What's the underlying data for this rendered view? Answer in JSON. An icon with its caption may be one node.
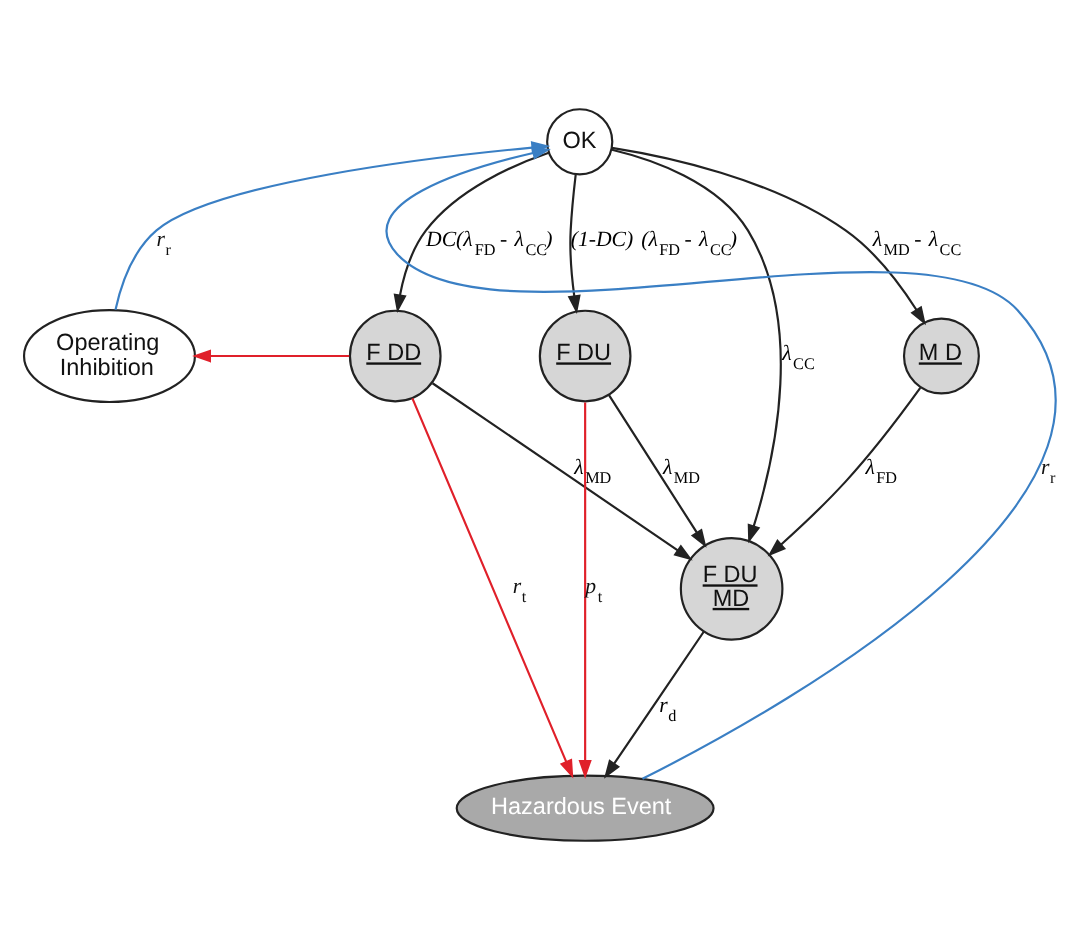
{
  "diagram": {
    "nodes": [
      {
        "text": [
          "OK"
        ]
      },
      {
        "text": [
          "Operating Inhibition"
        ]
      },
      {
        "text": [
          "F DD"
        ]
      },
      {
        "text": [
          "F DU"
        ]
      },
      {
        "text": [
          "M D"
        ]
      },
      {
        "text": [
          "F DU MD"
        ]
      },
      {
        "text": [
          "Hazardous Event"
        ]
      }
    ],
    "edges": [
      {
        "from": 1,
        "to": 0,
        "arrow": "to",
        "label": "r$_{r}$",
        "color": "#3a7fc4"
      },
      {
        "from": 6,
        "to": 0,
        "arrow": "to",
        "label": "r$_{r}$",
        "color": "#3a7fc4"
      },
      {
        "from": 0,
        "to": 2,
        "arrow": "to",
        "label": "DC(λ$_{FD}$ - λ$_{CC}$)"
      },
      {
        "from": 0,
        "to": 3,
        "arrow": "to",
        "label": "(1-DC) (λ$_{FD}$ - λ$_{CC}$)"
      },
      {
        "from": 0,
        "to": 5,
        "arrow": "to",
        "label": "λ$_{CC}$"
      },
      {
        "from": 0,
        "to": 4,
        "arrow": "to",
        "label": "λ$_{MD}$ - λ$_{CC}$"
      },
      {
        "from": 2,
        "to": 1,
        "arrow": "to",
        "color": "#e0202a"
      },
      {
        "from": 2,
        "to": 5,
        "arrow": "to",
        "label": "λ$_{MD}$"
      },
      {
        "from": 3,
        "to": 5,
        "arrow": "to",
        "label": "λ$_{MD}$"
      },
      {
        "from": 4,
        "to": 5,
        "arrow": "to",
        "label": "λ$_{FD}$"
      },
      {
        "from": 2,
        "to": 6,
        "arrow": "to",
        "label": "r$_{t}$",
        "color": "#e0202a"
      },
      {
        "from": 3,
        "to": 6,
        "arrow": "to",
        "label": "p$_{t}$",
        "color": "#e0202a"
      },
      {
        "from": 5,
        "to": 6,
        "arrow": "to",
        "label": "r$_{d}$"
      }
    ]
  }
}
